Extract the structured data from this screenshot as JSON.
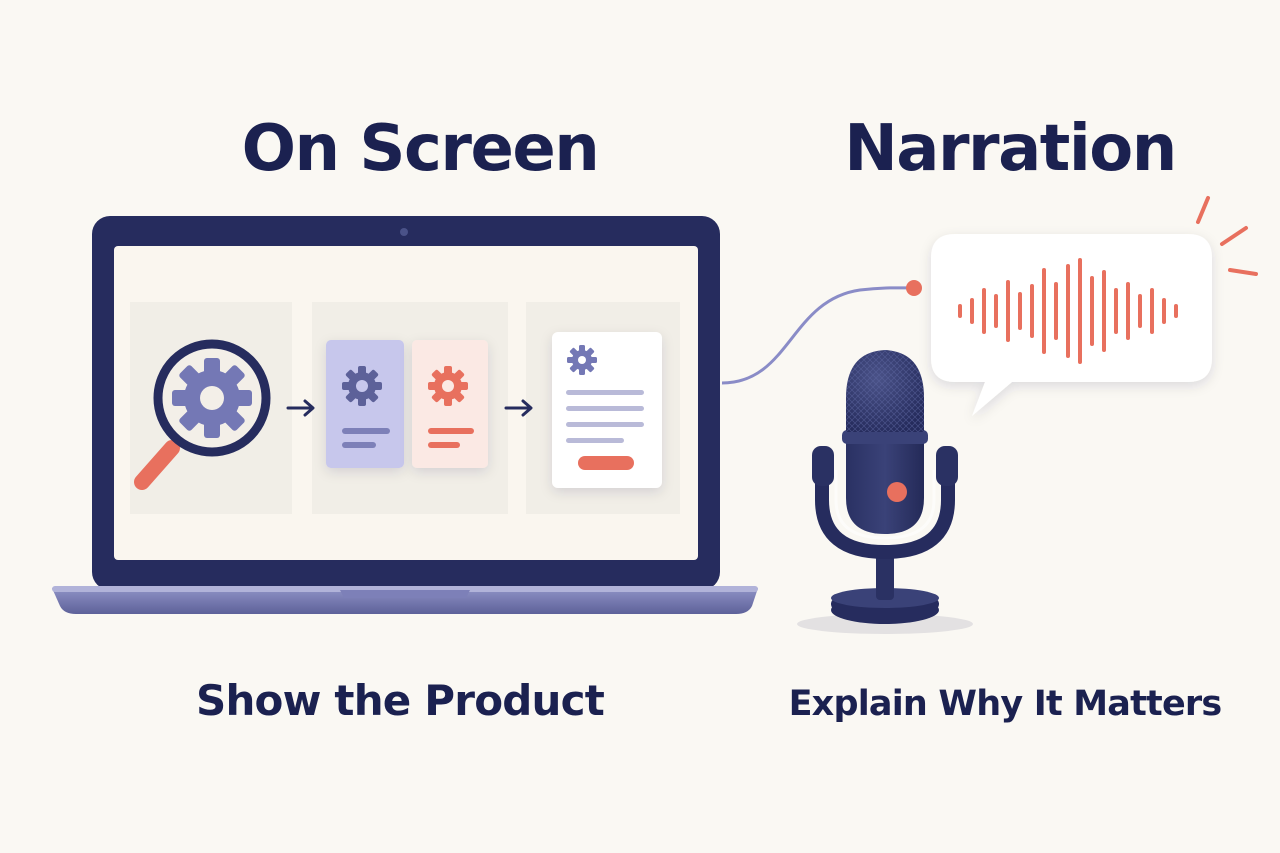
{
  "left_panel": {
    "title": "On Screen",
    "caption": "Show the Product"
  },
  "right_panel": {
    "title": "Narration",
    "caption": "Explain Why It Matters"
  },
  "icons": {
    "laptop": "laptop-icon",
    "magnifier": "magnifier-gear-icon",
    "gear": "gear-icon",
    "arrow": "arrow-right-icon",
    "microphone": "microphone-icon",
    "speech_bubble": "speech-bubble-icon",
    "sound_wave": "sound-wave-icon"
  },
  "colors": {
    "background": "#faf8f3",
    "navy": "#1b2150",
    "lavender": "#8a8cc7",
    "coral": "#e8705e",
    "card": "#ffffff"
  }
}
